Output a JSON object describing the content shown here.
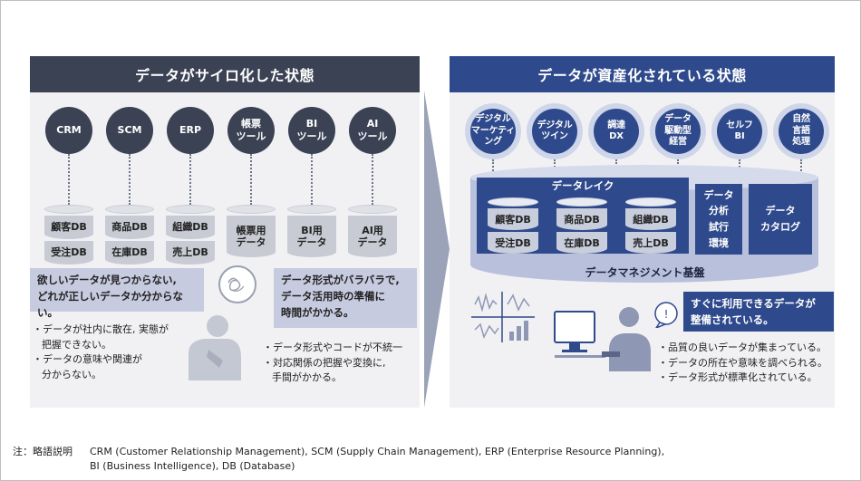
{
  "left": {
    "title": "データがサイロ化した状態",
    "systems": [
      {
        "label": "CRM",
        "dbs": [
          "顧客DB",
          "受注DB"
        ]
      },
      {
        "label": "SCM",
        "dbs": [
          "商品DB",
          "在庫DB"
        ]
      },
      {
        "label": "ERP",
        "dbs": [
          "組織DB",
          "売上DB"
        ]
      },
      {
        "label": "帳票\nツール",
        "dbs": [
          "帳票用\nデータ"
        ]
      },
      {
        "label": "BI\nツール",
        "dbs": [
          "BI用\nデータ"
        ]
      },
      {
        "label": "AI\nツール",
        "dbs": [
          "AI用\nデータ"
        ]
      }
    ],
    "callout1": "欲しいデータが見つからない,\nどれが正しいデータか分からない。",
    "bullets1": [
      "・データが社内に散在, 実態が\n把握できない。",
      "・データの意味や関連が\n分からない。"
    ],
    "callout2": "データ形式がバラバラで,\nデータ活用時の準備に\n時間がかかる。",
    "bullets2": [
      "・データ形式やコードが不統一",
      "・対応関係の把握や変換に,\n手間がかかる。"
    ]
  },
  "right": {
    "title": "データが資産化されている状態",
    "uses": [
      "デジタル\nマーケティング",
      "デジタル\nツイン",
      "調達\nDX",
      "データ\n駆動型\n経営",
      "セルフ\nBI",
      "自然\n言語\n処理"
    ],
    "lake_label": "データレイク",
    "lake_dbs": [
      [
        "顧客DB",
        "受注DB"
      ],
      [
        "商品DB",
        "在庫DB"
      ],
      [
        "組織DB",
        "売上DB"
      ]
    ],
    "analysis_box": "データ\n分析\n試行\n環境",
    "catalog_box": "データ\nカタログ",
    "platform_label": "データマネジメント基盤",
    "callout": "すぐに利用できるデータが\n整備されている。",
    "bullets": [
      "・品質の良いデータが集まっている。",
      "・データの所在や意味を調べられる。",
      "・データ形式が標準化されている。"
    ]
  },
  "note": {
    "label": "注：略語説明",
    "line1": "CRM (Customer Relationship Management), SCM (Supply Chain Management), ERP (Enterprise Resource Planning),",
    "line2": "BI (Business Intelligence), DB (Database)"
  },
  "colors": {
    "left_header": "#3b4254",
    "right_header": "#2f4a8c",
    "callout": "#c7cbe0",
    "arrow": "#9aa3b8"
  }
}
